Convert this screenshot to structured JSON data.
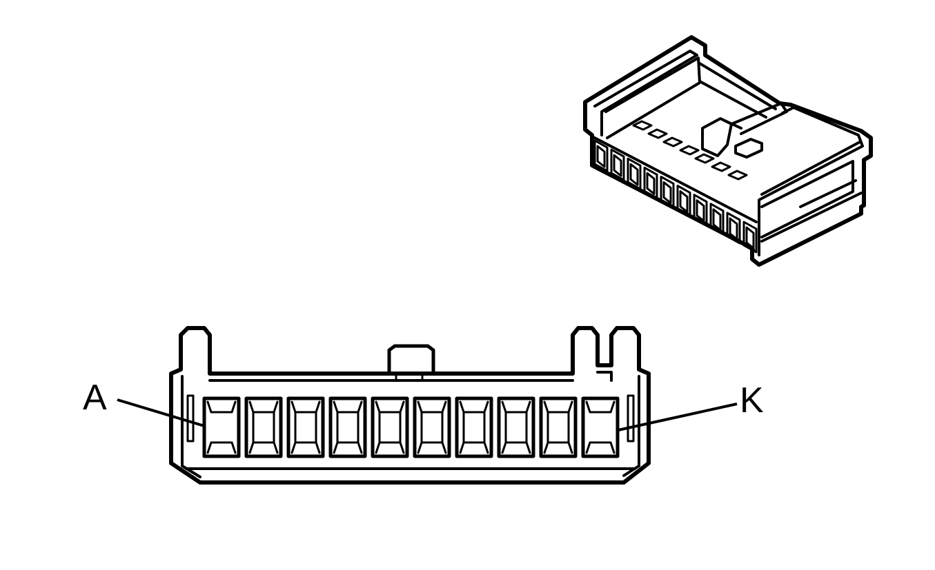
{
  "diagram": {
    "type": "connector-face-view",
    "pin_count": 10,
    "labels": {
      "first_pin": "A",
      "last_pin": "K"
    },
    "colors": {
      "line": "#000000",
      "background": "#ffffff"
    }
  }
}
